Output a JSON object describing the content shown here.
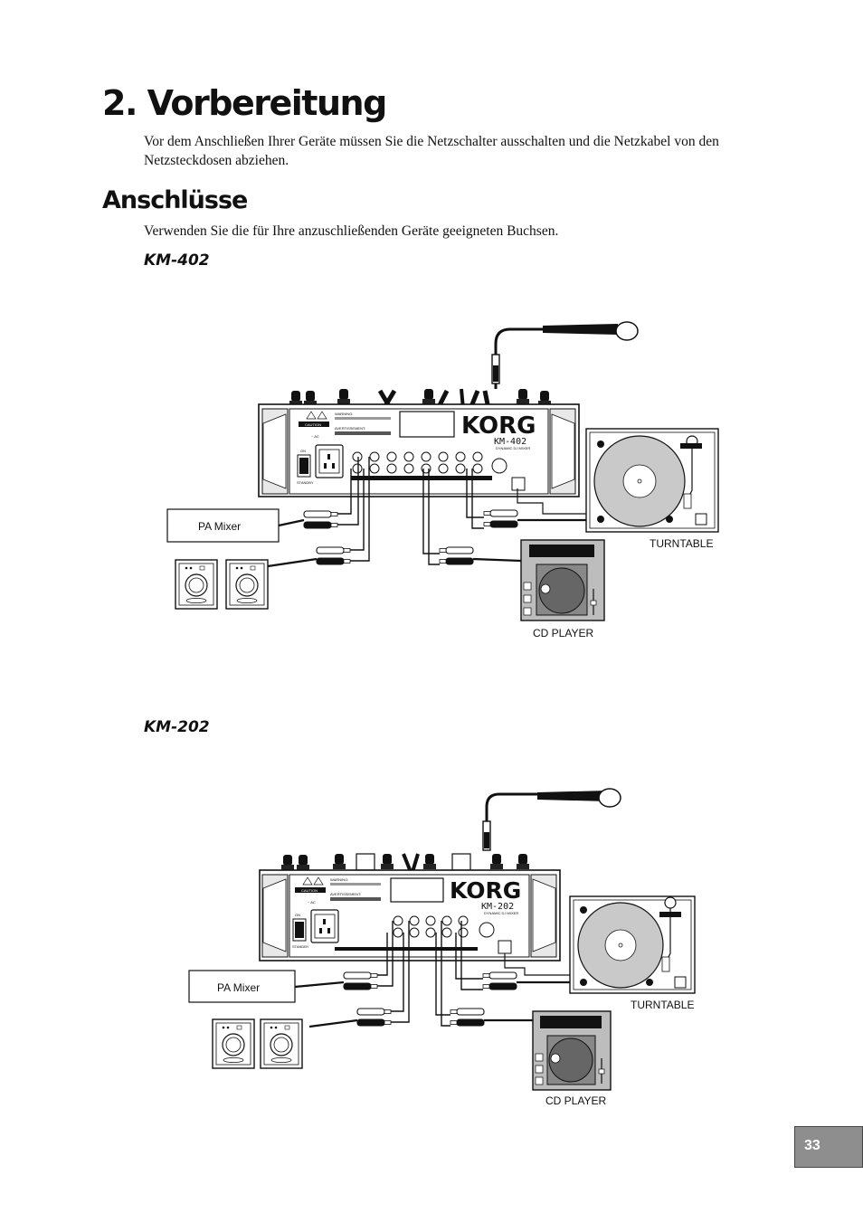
{
  "heading": "2. Vorbereitung",
  "intro": "Vor dem Anschließen Ihrer Geräte müssen Sie die Netzschalter ausschalten und die Netzkabel von den Netzsteckdosen abziehen.",
  "section_title": "Anschlüsse",
  "section_text": "Verwenden Sie die für Ihre anzuschließenden Geräte geeigneten Buchsen.",
  "page_number": "33",
  "diagrams": [
    {
      "title": "KM-402",
      "model_mark": "KM-402",
      "brand": "KORG",
      "subtitle": "DYNAMIC DJ MIXER",
      "warning": "WARNING:",
      "caution": "CAUTION",
      "avertissement": "AVERTISSEMENT:",
      "voltage": "~ AC",
      "on": "ON",
      "standby": "STANDBY",
      "labels": {
        "pa_mixer": "PA Mixer",
        "turntable": "TURNTABLE",
        "cd_player": "CD PLAYER"
      }
    },
    {
      "title": "KM-202",
      "model_mark": "KM-202",
      "brand": "KORG",
      "subtitle": "DYNAMIC DJ MIXER",
      "warning": "WARNING:",
      "caution": "CAUTION",
      "avertissement": "AVERTISSEMENT:",
      "voltage": "~ AC",
      "on": "ON",
      "standby": "STANDBY",
      "labels": {
        "pa_mixer": "PA Mixer",
        "turntable": "TURNTABLE",
        "cd_player": "CD PLAYER"
      }
    }
  ]
}
